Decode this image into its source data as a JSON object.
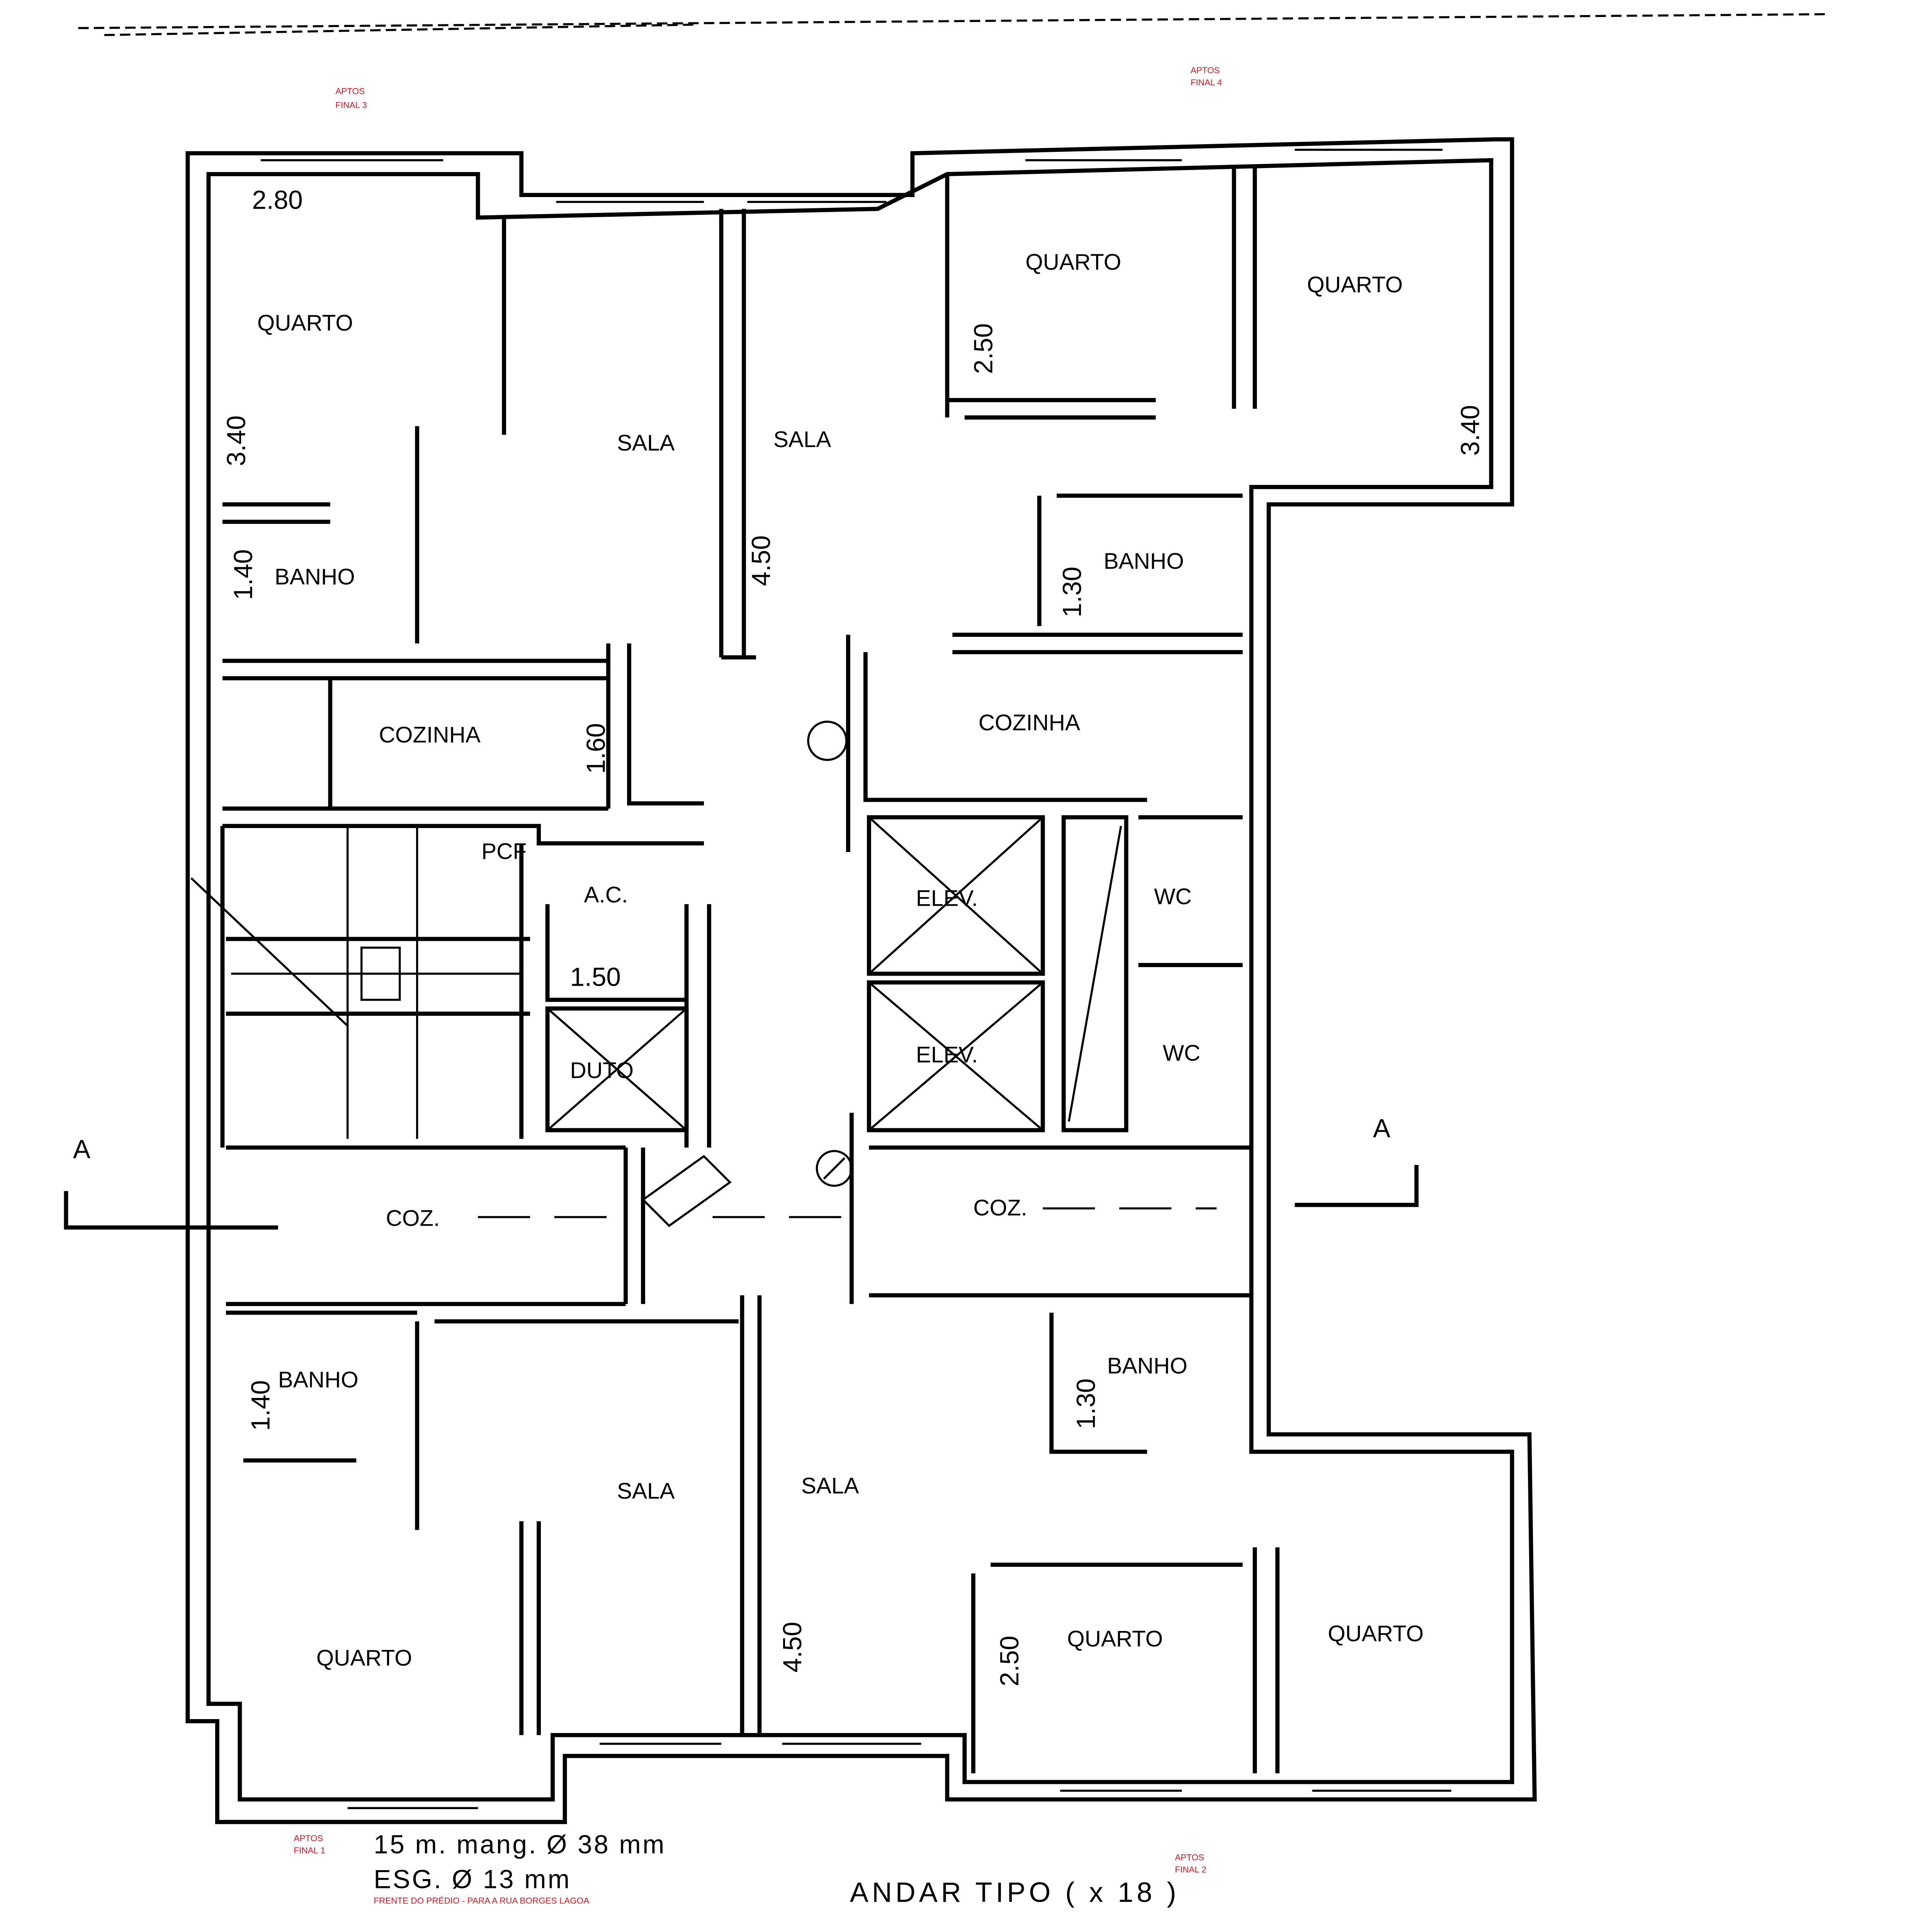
{
  "annotations": {
    "final3": [
      "APTOS",
      "FINAL 3"
    ],
    "final4": [
      "APTOS",
      "FINAL 4"
    ],
    "final1": [
      "APTOS",
      "FINAL 1"
    ],
    "final2": [
      "APTOS",
      "FINAL 2"
    ],
    "front": "FRENTE DO PRÉDIO - PARA A RUA BORGES LAGOA"
  },
  "rooms": {
    "top_left": {
      "dim_width": "2.80",
      "quarto": "QUARTO",
      "quarto_dim": "3.40",
      "banho": "BANHO",
      "banho_dim": "1.40",
      "sala": "SALA",
      "cozinha": "COZINHA",
      "cozinha_dim": "1.60"
    },
    "top_right": {
      "sala": "SALA",
      "sala_dim": "4.50",
      "quarto1": "QUARTO",
      "quarto1_dim": "2.50",
      "quarto2": "QUARTO",
      "quarto2_dim": "3.40",
      "banho": "BANHO",
      "banho_dim": "1.30",
      "cozinha": "COZINHA"
    },
    "core": {
      "pcf": "PCF",
      "ac": "A.C.",
      "elev1": "ELEV.",
      "elev2": "ELEV.",
      "wc1": "WC",
      "wc2": "WC",
      "duto_dim": "1.50",
      "duto": "DUTO",
      "section_left": "A",
      "section_right": "A",
      "coz_left": "COZ.",
      "coz_right": "COZ."
    },
    "bottom_left": {
      "banho": "BANHO",
      "banho_dim": "1.40",
      "sala": "SALA",
      "quarto": "QUARTO"
    },
    "bottom_right": {
      "sala": "SALA",
      "sala_dim": "4.50",
      "quarto1_dim": "2.50",
      "quarto1": "QUARTO",
      "quarto2": "QUARTO",
      "banho": "BANHO",
      "banho_dim": "1.30"
    }
  },
  "title": "ANDAR TIPO ( x 18 )",
  "notes": [
    "15 m.  mang.  Ø 38 mm",
    "ESG.  Ø 13 mm"
  ]
}
